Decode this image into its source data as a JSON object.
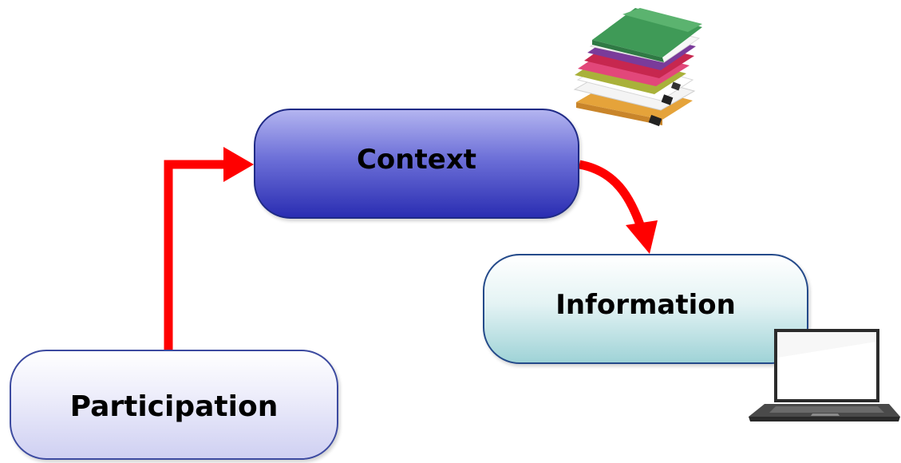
{
  "diagram": {
    "nodes": [
      {
        "id": "participation",
        "label": "Participation"
      },
      {
        "id": "context",
        "label": "Context"
      },
      {
        "id": "information",
        "label": "Information"
      }
    ],
    "edges": [
      {
        "from": "participation",
        "to": "context",
        "color": "#ff0000"
      },
      {
        "from": "context",
        "to": "information",
        "color": "#ff0000"
      }
    ],
    "images": {
      "top_right": "stack-of-folders-icon",
      "bottom_right": "laptop-icon"
    }
  },
  "colors": {
    "arrow": "#ff0000",
    "context_fill": "#5558cc",
    "participation_fill": "#e6e6f8",
    "information_fill": "#c6e6e8",
    "border": "#2a3a8c"
  }
}
